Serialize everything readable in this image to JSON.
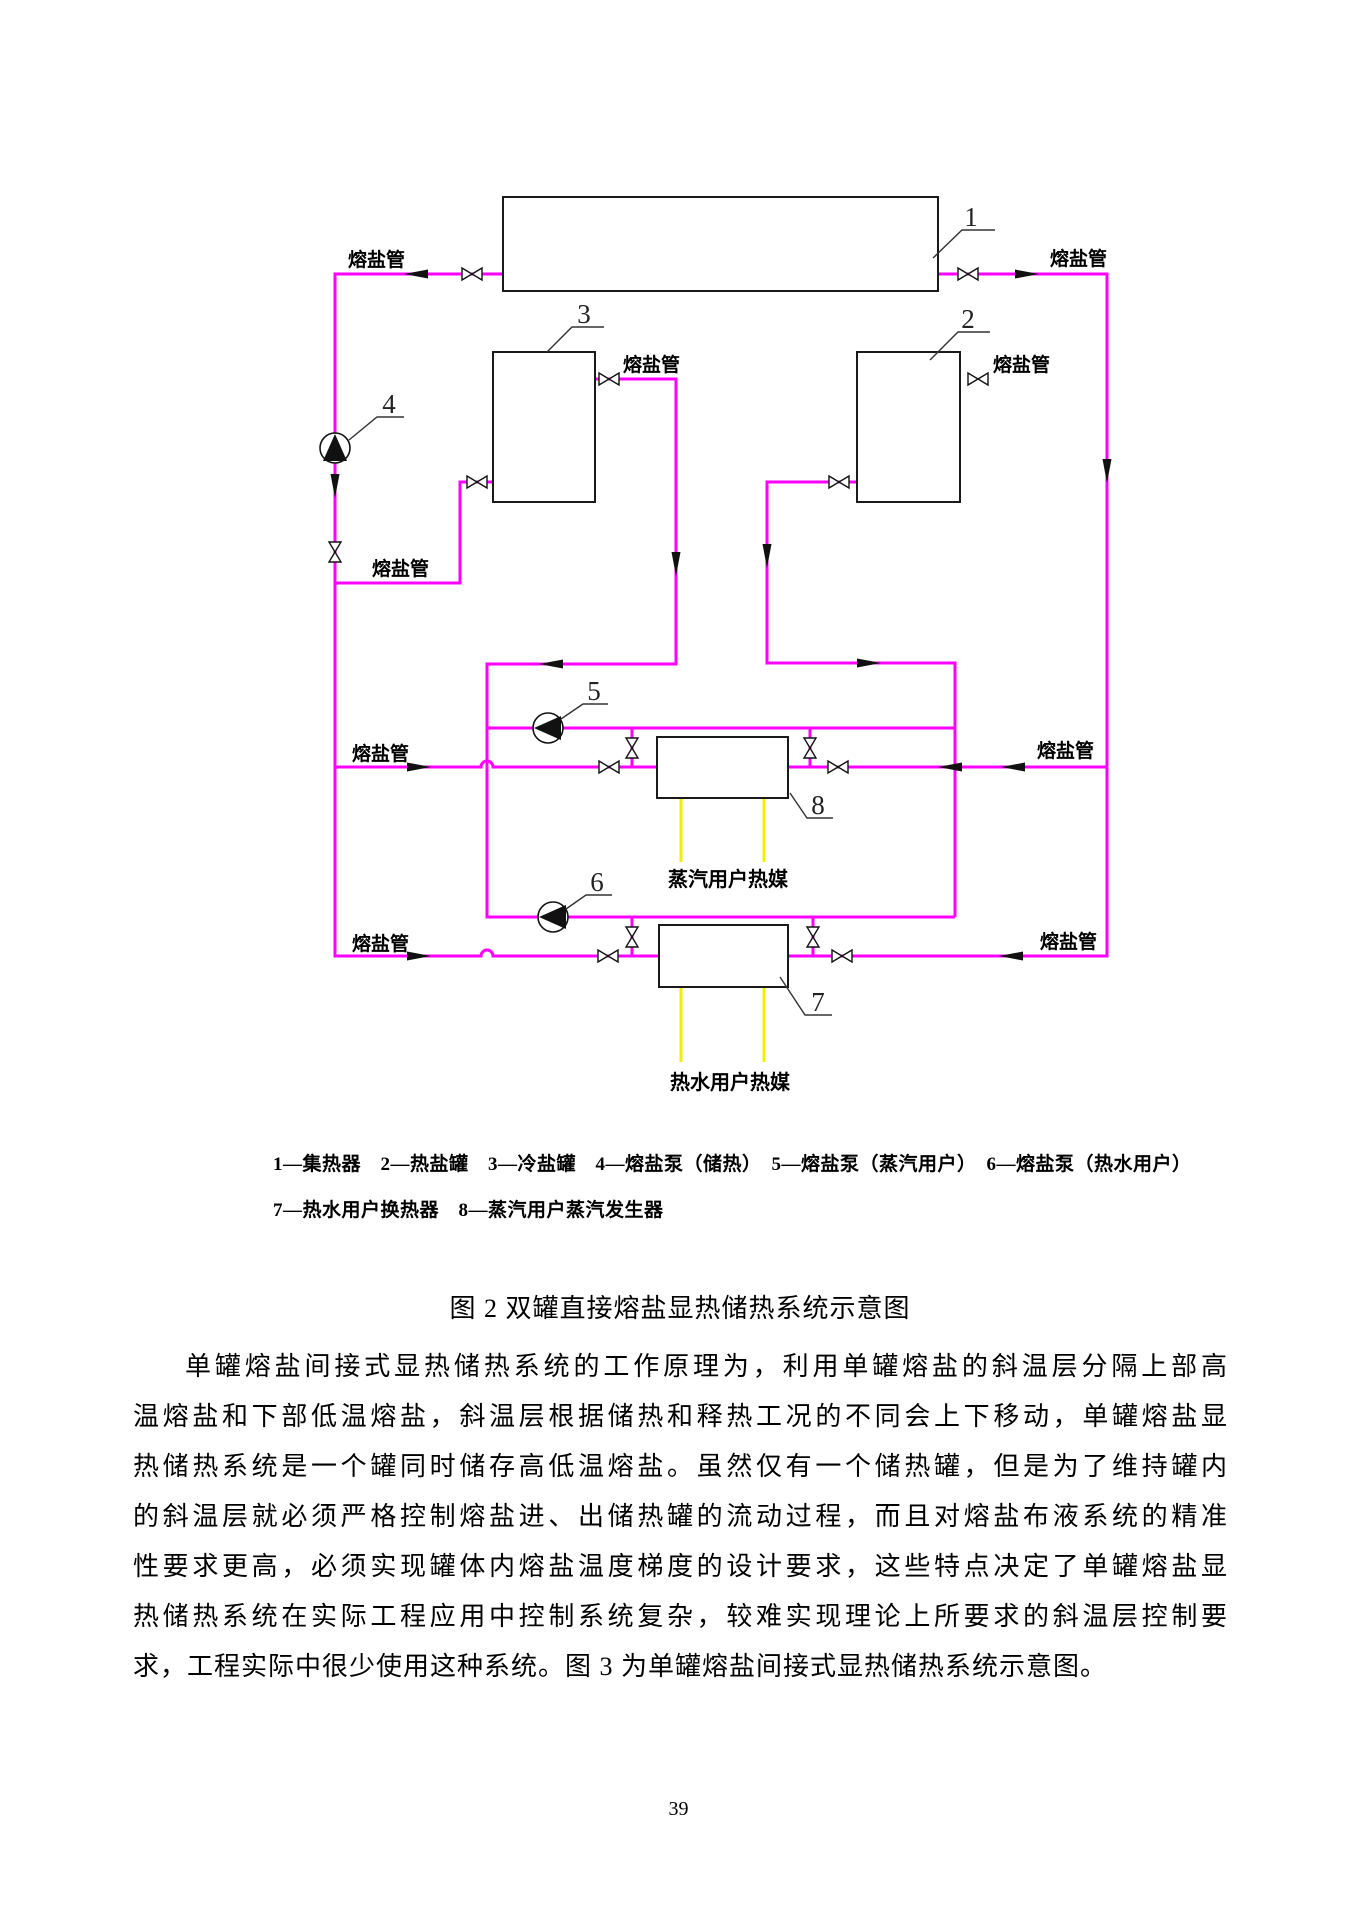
{
  "page": {
    "number": "39"
  },
  "figure": {
    "caption": "图 2  双罐直接熔盐显热储热系统示意图",
    "legend_line1": "1—集热器　2—热盐罐　3—冷盐罐　4—熔盐泵（储热）　5—熔盐泵（蒸汽用户）　6—熔盐泵（热水用户）",
    "legend_line2": "7—热水用户换热器　8—蒸汽用户蒸汽发生器",
    "pipe_label": "熔盐管",
    "medium_labels": {
      "steam": "蒸汽用户热媒",
      "hot_water": "热水用户热媒"
    },
    "component_numbers": {
      "collector": "1",
      "hot_tank": "2",
      "cold_tank": "3",
      "pump_storage": "4",
      "pump_steam": "5",
      "pump_hot_water": "6",
      "hx_hot_water": "7",
      "steam_generator": "8"
    },
    "colors": {
      "pipe": "#ff00ff",
      "user_medium": "#f0f000",
      "outline": "#1a1a1a"
    }
  },
  "paragraph": {
    "lines": [
      "单罐熔盐间接式显热储热系统的工作原理为，利用单罐熔盐的斜温层分隔上部高",
      "温熔盐和下部低温熔盐，斜温层根据储热和释热工况的不同会上下移动，单罐熔盐显",
      "热储热系统是一个罐同时储存高低温熔盐。虽然仅有一个储热罐，但是为了维持罐内",
      "的斜温层就必须严格控制熔盐进、出储热罐的流动过程，而且对熔盐布液系统的精准",
      "性要求更高，必须实现罐体内熔盐温度梯度的设计要求，这些特点决定了单罐熔盐显",
      "热储热系统在实际工程应用中控制系统复杂，较难实现理论上所要求的斜温层控制要",
      "求，工程实际中很少使用这种系统。图 3 为单罐熔盐间接式显热储热系统示意图。"
    ]
  }
}
